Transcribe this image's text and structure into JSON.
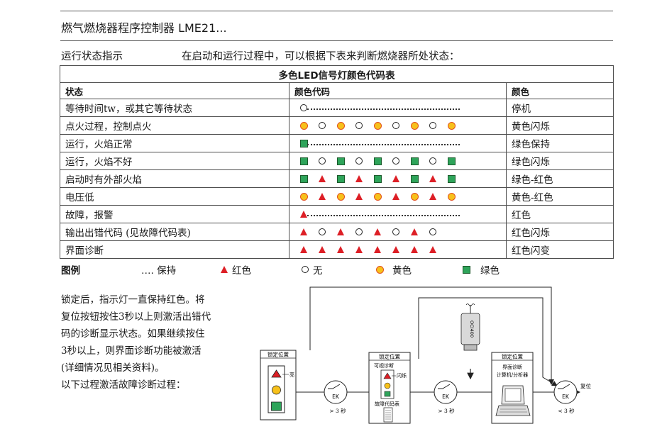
{
  "header": {
    "title": "燃气燃烧器程序控制器 LME21..."
  },
  "section": {
    "label": "运行状态指示",
    "intro": "在启动和运行过程中，可以根据下表来判断燃烧器所处状态："
  },
  "table": {
    "caption": "多色LED信号灯颜色代码表",
    "headers": [
      "状态",
      "颜色代码",
      "颜色"
    ],
    "rows": [
      {
        "state": "等待时间tw，或其它等待状态",
        "code": [
          "off"
        ],
        "hold": true,
        "color": "停机"
      },
      {
        "state": "点火过程，控制点火",
        "code": [
          "yellow",
          "off",
          "yellow",
          "off",
          "yellow",
          "off",
          "yellow",
          "off",
          "yellow"
        ],
        "hold": false,
        "color": "黄色闪烁"
      },
      {
        "state": "运行，火焰正常",
        "code": [
          "green"
        ],
        "hold": true,
        "color": "绿色保持"
      },
      {
        "state": "运行，火焰不好",
        "code": [
          "green",
          "off",
          "green",
          "off",
          "green",
          "off",
          "green",
          "off",
          "green"
        ],
        "hold": false,
        "color": "绿色闪烁"
      },
      {
        "state": "启动时有外部火焰",
        "code": [
          "green",
          "red",
          "green",
          "red",
          "green",
          "red",
          "green",
          "red",
          "green"
        ],
        "hold": false,
        "color": "绿色-红色"
      },
      {
        "state": "电压低",
        "code": [
          "yellow",
          "red",
          "yellow",
          "red",
          "yellow",
          "red",
          "yellow",
          "red",
          "yellow"
        ],
        "hold": false,
        "color": "黄色-红色"
      },
      {
        "state": "故障，报警",
        "code": [
          "red"
        ],
        "hold": true,
        "color": "红色"
      },
      {
        "state": "输出出错代码 (见故障代码表)",
        "code": [
          "red",
          "off",
          "red",
          "off",
          "red",
          "off",
          "red",
          "off"
        ],
        "hold": false,
        "color": "红色闪烁"
      },
      {
        "state": "界面诊断",
        "code": [
          "red",
          "red",
          "red",
          "red",
          "red",
          "red",
          "red",
          "red"
        ],
        "hold": false,
        "color": "红色闪变"
      }
    ]
  },
  "legend": {
    "label": "图例",
    "hold": "…. 保持",
    "red": "红色",
    "off": "无",
    "yellow": "黄色",
    "green": "绿色"
  },
  "paragraph": {
    "lines": [
      "锁定后，指示灯一直保持红色。将",
      "复位按钮按住3秒以上则激活出错代",
      "码的诊断显示状态。如果继续按住",
      "3秒以上，则界面诊断功能被激活",
      "(详细情况见相关资料)。",
      "以下过程激活故障诊断过程："
    ]
  },
  "diagram": {
    "box1_title": "锁定位置",
    "light_label": "亮",
    "box2_title": "锁定位置",
    "box2_sub": "可视诊断",
    "flash_label": "闪烁",
    "fault_table": "故障代码表",
    "box3_title": "锁定位置",
    "box3_sub1": "界面诊断",
    "box3_sub2": "计算机/分析器",
    "ek": "EK",
    "t1": "> 3 秒",
    "t2": "> 3 秒",
    "t3": "< 3 秒",
    "reset": "复位",
    "connector_label": "OCI400"
  },
  "colors": {
    "red": "#dd1f26",
    "yellow": "#f7c11b",
    "green": "#2ea45a",
    "yellow_border": "#e24f1d"
  }
}
